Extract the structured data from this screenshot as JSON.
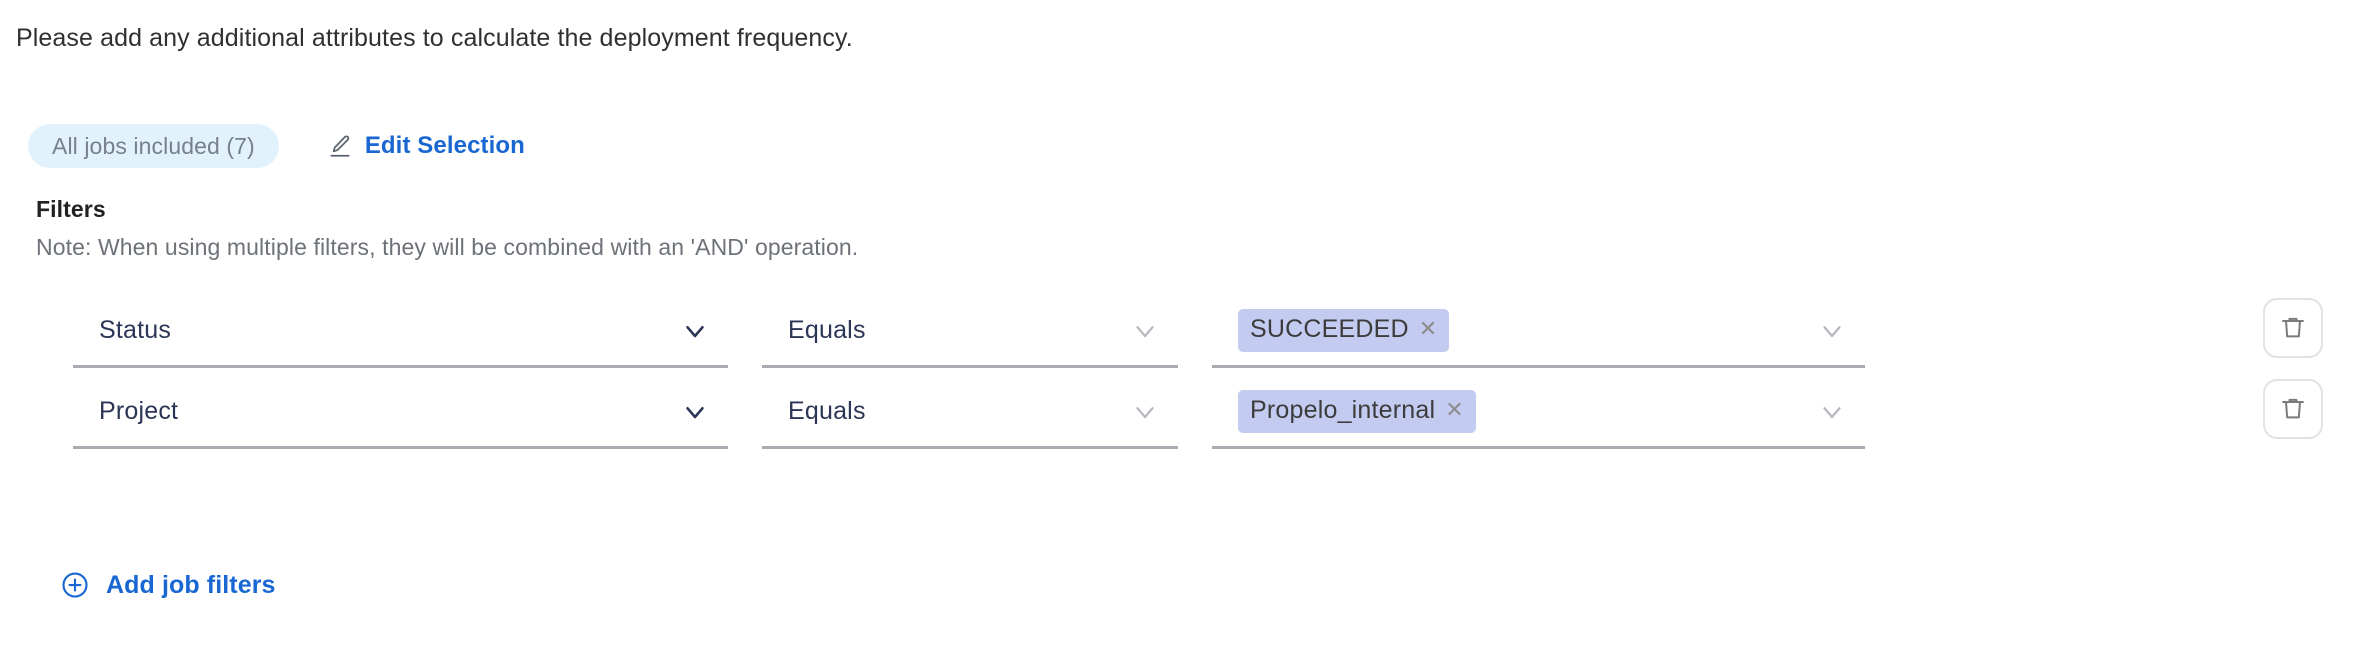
{
  "intro": {
    "text": "Please add any additional attributes to calculate the deployment frequency."
  },
  "selection": {
    "jobs_chip_label": "All jobs included (7)",
    "edit_selection_label": "Edit Selection",
    "edit_icon": "pencil-icon"
  },
  "filters": {
    "title": "Filters",
    "note": "Note: When using multiple filters, they will be combined with an 'AND' operation.",
    "rows": [
      {
        "attribute": "Status",
        "operator": "Equals",
        "values": [
          {
            "label": "SUCCEEDED",
            "remove_icon": "close-icon"
          }
        ],
        "delete_icon": "trash-icon"
      },
      {
        "attribute": "Project",
        "operator": "Equals",
        "values": [
          {
            "label": "Propelo_internal",
            "remove_icon": "close-icon"
          }
        ],
        "delete_icon": "trash-icon"
      }
    ],
    "add_filters_label": "Add job filters",
    "add_filters_icon": "plus-circle-icon"
  },
  "colors": {
    "accent_blue": "#1967d2",
    "chip_blue_bg": "#e2f2fd",
    "chip_blue_text": "#77808e",
    "tag_bg": "#c3cbf0",
    "tag_text": "#3c3c3c",
    "field_text": "#2b3555",
    "field_underline": "#a9acb0",
    "note_text": "#6d7278",
    "icon_gray": "#7b7b7b"
  }
}
